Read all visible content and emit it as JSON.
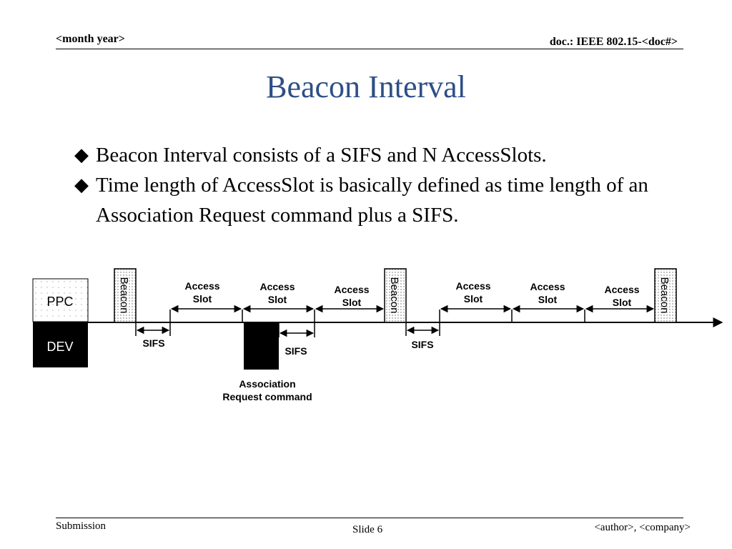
{
  "header": {
    "left": "<month year>",
    "right": "doc.: IEEE 802.15-<doc#>"
  },
  "title": "Beacon Interval",
  "bullets": [
    "Beacon Interval consists of  a SIFS and N AccessSlots.",
    "Time length of AccessSlot is basically defined as time length of an Association Request command plus a SIFS."
  ],
  "bullet_icon": "diamond-bullet-icon",
  "diagram": {
    "ppc_label": "PPC",
    "dev_label": "DEV",
    "beacon_label": "Beacon",
    "access_slot_line1": "Access",
    "access_slot_line2": "Slot",
    "sifs_label": "SIFS",
    "assoc_line1": "Association",
    "assoc_line2": "Request command"
  },
  "footer": {
    "left": "Submission",
    "center": "Slide 6",
    "right": "<author>, <company>"
  }
}
